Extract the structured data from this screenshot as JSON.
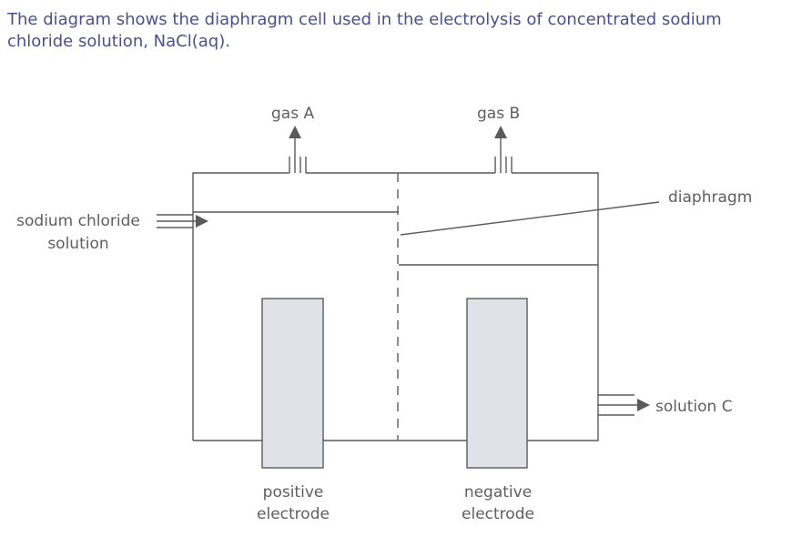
{
  "intro": {
    "line1": "The diagram shows the diaphragm cell used in the electrolysis of concentrated sodium",
    "line2": "chloride solution, NaCl(aq)."
  },
  "labels": {
    "gas_a": "gas A",
    "gas_b": "gas B",
    "diaphragm": "diaphragm",
    "sodium_chloride_line1": "sodium chloride",
    "sodium_chloride_line2": "solution",
    "solution_c": "solution C",
    "positive_line1": "positive",
    "positive_line2": "electrode",
    "negative_line1": "negative",
    "negative_line2": "electrode"
  },
  "colors": {
    "text": "#4a4f8f",
    "label": "#5e5e5e",
    "line": "#5a5a5a",
    "electrode_fill": "#dfe3e7"
  }
}
